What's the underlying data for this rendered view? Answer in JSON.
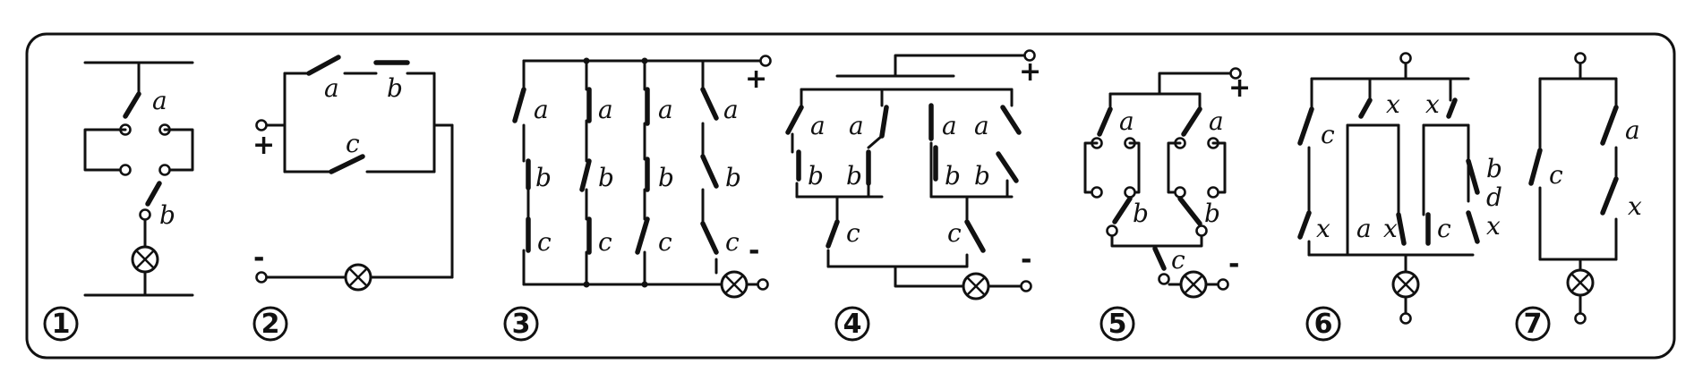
{
  "diagrams": [
    {
      "number": "1",
      "labels": {
        "a": "a",
        "b": "b"
      }
    },
    {
      "number": "2",
      "labels": {
        "a": "a",
        "b": "b",
        "c": "c",
        "plus": "+",
        "minus": "-"
      }
    },
    {
      "number": "3",
      "labels": {
        "a": "a",
        "b": "b",
        "c": "c",
        "plus": "+",
        "minus": "-"
      }
    },
    {
      "number": "4",
      "labels": {
        "a": "a",
        "b": "b",
        "c": "c",
        "plus": "+",
        "minus": "-"
      }
    },
    {
      "number": "5",
      "labels": {
        "a": "a",
        "b": "b",
        "c": "c",
        "plus": "+",
        "minus": "-"
      }
    },
    {
      "number": "6",
      "labels": {
        "a": "a",
        "b": "b",
        "c": "c",
        "d": "d",
        "x": "x"
      }
    },
    {
      "number": "7",
      "labels": {
        "a": "a",
        "c": "c",
        "x": "x"
      }
    }
  ]
}
